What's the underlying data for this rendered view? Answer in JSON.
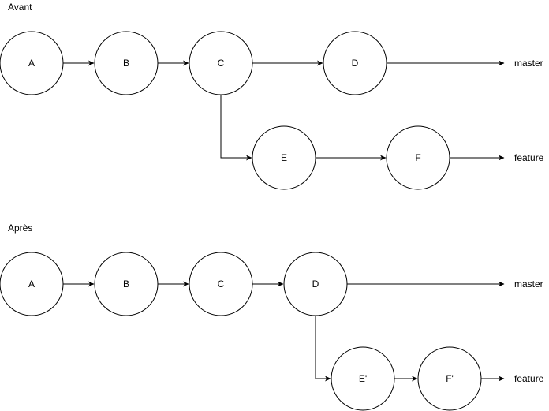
{
  "sections": {
    "before": {
      "title": "Avant",
      "commits": {
        "a": "A",
        "b": "B",
        "c": "C",
        "d": "D",
        "e": "E",
        "f": "F"
      },
      "branches": {
        "master": "master",
        "feature": "feature"
      }
    },
    "after": {
      "title": "Après",
      "commits": {
        "a": "A",
        "b": "B",
        "c": "C",
        "d": "D",
        "e": "E'",
        "f": "F'"
      },
      "branches": {
        "master": "master",
        "feature": "feature"
      }
    }
  }
}
